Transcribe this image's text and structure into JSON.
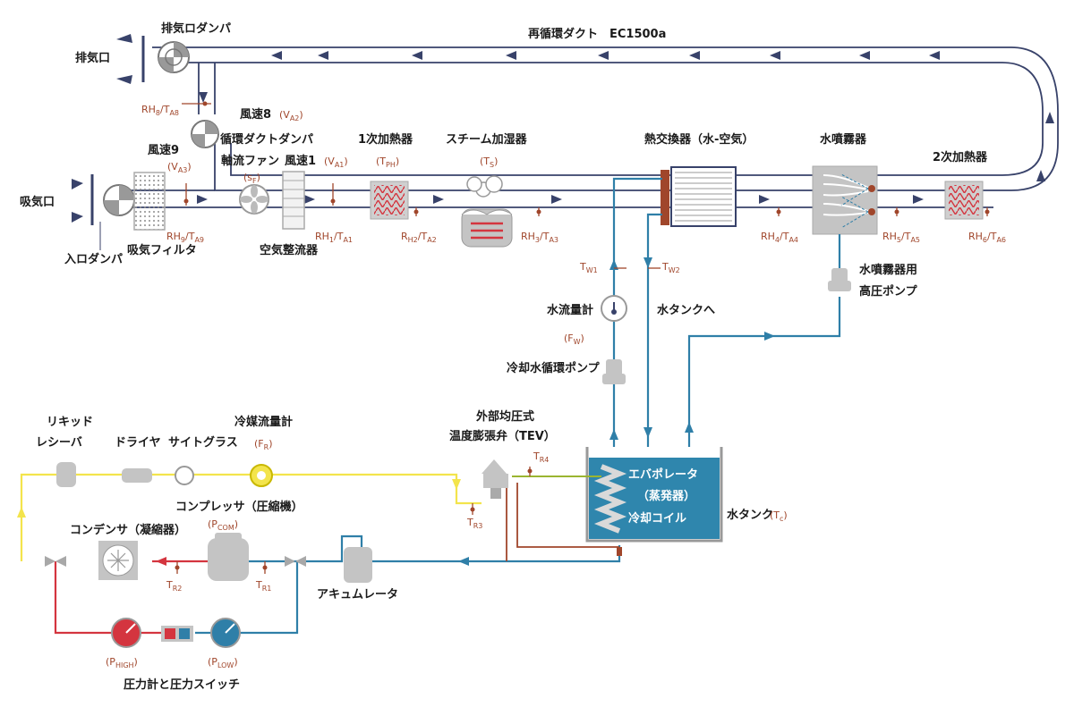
{
  "colors": {
    "duct": "#38426a",
    "water": "#2f7fa8",
    "refrigerant_hot": "#d4353f",
    "refrigerant_liquid": "#f3e44c",
    "refrigerant_suction": "#2f7fa8",
    "sensor": "#a0462b",
    "tank": "#2f86ad",
    "equipment_gray": "#bdbdbd"
  },
  "labels": {
    "recirc_duct": "再循環ダクト　EC1500a",
    "exhaust_damper": "排気ロダンパ",
    "exhaust_outlet": "排気口",
    "inlet": "吸気口",
    "inlet_damper": "入ロダンパ",
    "intake_filter": "吸気フィルタ",
    "velocity9": "風速9",
    "velocity8": "風速8",
    "recirc_damper": "循環ダクトダンパ",
    "axial_fan": "軸流ファン",
    "velocity1": "風速1",
    "flow_straightener": "空気整流器",
    "primary_heater": "1次加熱器",
    "steam_humidifier": "スチーム加湿器",
    "heat_exchanger": "熱交換器（水-空気）",
    "water_sprayer": "水噴霧器",
    "secondary_heater": "2次加熱器",
    "sprayer_pump_1": "水噴霧器用",
    "sprayer_pump_2": "高圧ポンプ",
    "water_flow_meter": "水流量計",
    "to_water_tank": "水タンクへ",
    "cooling_pump": "冷却水循環ポンプ",
    "tev_1": "外部均圧式",
    "tev_2": "温度膨張弁（TEV）",
    "evaporator_1": "エバポレータ",
    "evaporator_2": "（蒸発器）",
    "evaporator_3": "冷却コイル",
    "water_tank": "水タンク",
    "liquid_receiver_1": "リキッド",
    "liquid_receiver_2": "レシーバ",
    "dryer": "ドライヤ",
    "sight_glass": "サイトグラス",
    "refrig_flow_meter": "冷媒流量計",
    "compressor": "コンプレッサ（圧縮機）",
    "condenser": "コンデンサ（凝縮器）",
    "accumulator": "アキュムレータ",
    "gauges": "圧力計と圧力スイッチ"
  },
  "sensors": {
    "rh8_main": "RH",
    "rh8_sub": "8",
    "ta8_main": "/T",
    "ta8_sub": "A8",
    "va2_open": "(V",
    "va2_sub": "A2",
    "va2_close": ")",
    "va3_open": "(V",
    "va3_sub": "A3",
    "va3_close": ")",
    "sf_open": "(s",
    "sf_sub": "F",
    "sf_close": ")",
    "va1_open": "(V",
    "va1_sub": "A1",
    "va1_close": ")",
    "tph_open": "(T",
    "tph_sub": "PH",
    "tph_close": ")",
    "ts_open": "(T",
    "ts_sub": "S",
    "ts_close": ")",
    "rh9_main": "RH",
    "rh9_sub": "9",
    "ta9_main": "/T",
    "ta9_sub": "A9",
    "rh1_main": "RH",
    "rh1_sub": "1",
    "ta1_main": "/T",
    "ta1_sub": "A1",
    "rh2_main": "R",
    "rh2_sub": "H2",
    "ta2_main": "/T",
    "ta2_sub": "A2",
    "rh3_main": "RH",
    "rh3_sub": "3",
    "ta3_main": "/T",
    "ta3_sub": "A3",
    "rh4_main": "RH",
    "rh4_sub": "4",
    "ta4_main": "/T",
    "ta4_sub": "A4",
    "rh5_main": "RH",
    "rh5_sub": "5",
    "ta5_main": "/T",
    "ta5_sub": "A5",
    "rh6_main": "RH",
    "rh6_sub": "6",
    "ta6_main": "/T",
    "ta6_sub": "A6",
    "tw1_main": "T",
    "tw1_sub": "W1",
    "tw2_main": "T",
    "tw2_sub": "W2",
    "fw_open": "(F",
    "fw_sub": "W",
    "fw_close": ")",
    "fr_open": "(F",
    "fr_sub": "R",
    "fr_close": ")",
    "tr4_main": "T",
    "tr4_sub": "R4",
    "tr3_main": "T",
    "tr3_sub": "R3",
    "tc_open": "(T",
    "tc_sub": "c",
    "tc_close": ")",
    "pcom_open": "(P",
    "pcom_sub": "COM",
    "pcom_close": ")",
    "tr2_main": "T",
    "tr2_sub": "R2",
    "tr1_main": "T",
    "tr1_sub": "R1",
    "phigh_open": "(P",
    "phigh_sub": "HIGH",
    "phigh_close": ")",
    "plow_open": "(P",
    "plow_sub": "LOW",
    "plow_close": ")"
  }
}
